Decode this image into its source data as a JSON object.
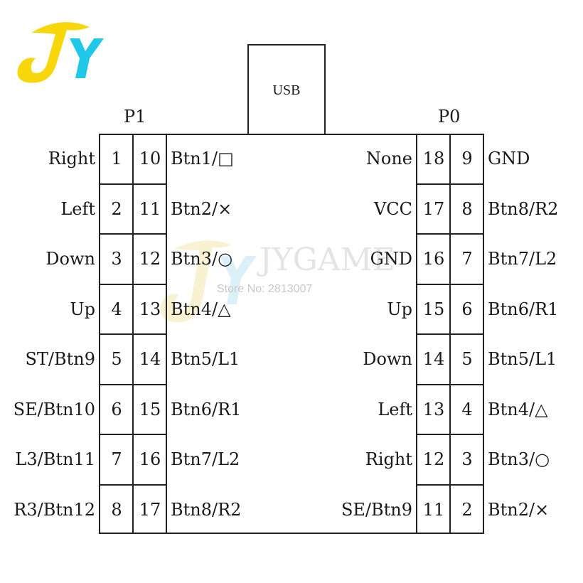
{
  "logo": {
    "text": "JY"
  },
  "watermark": {
    "brand": "JYGAME",
    "store": "Store No: 2813007"
  },
  "usb": {
    "label": "USB"
  },
  "ports": {
    "p1": {
      "title": "P1",
      "rows": [
        {
          "outer_pin": "1",
          "inner_pin": "10",
          "outer_label": "Right",
          "inner_label": "Btn1/□"
        },
        {
          "outer_pin": "2",
          "inner_pin": "11",
          "outer_label": "Left",
          "inner_label": "Btn2/×"
        },
        {
          "outer_pin": "3",
          "inner_pin": "12",
          "outer_label": "Down",
          "inner_label": "Btn3/○"
        },
        {
          "outer_pin": "4",
          "inner_pin": "13",
          "outer_label": "Up",
          "inner_label": "Btn4/△"
        },
        {
          "outer_pin": "5",
          "inner_pin": "14",
          "outer_label": "ST/Btn9",
          "inner_label": "Btn5/L1"
        },
        {
          "outer_pin": "6",
          "inner_pin": "15",
          "outer_label": "SE/Btn10",
          "inner_label": "Btn6/R1"
        },
        {
          "outer_pin": "7",
          "inner_pin": "16",
          "outer_label": "L3/Btn11",
          "inner_label": "Btn7/L2"
        },
        {
          "outer_pin": "8",
          "inner_pin": "17",
          "outer_label": "R3/Btn12",
          "inner_label": "Btn8/R2"
        }
      ]
    },
    "p0": {
      "title": "P0",
      "rows": [
        {
          "inner_pin": "18",
          "outer_pin": "9",
          "inner_label": "None",
          "outer_label": "GND"
        },
        {
          "inner_pin": "17",
          "outer_pin": "8",
          "inner_label": "VCC",
          "outer_label": "Btn8/R2"
        },
        {
          "inner_pin": "16",
          "outer_pin": "7",
          "inner_label": "GND",
          "outer_label": "Btn7/L2"
        },
        {
          "inner_pin": "15",
          "outer_pin": "6",
          "inner_label": "Up",
          "outer_label": "Btn6/R1"
        },
        {
          "inner_pin": "14",
          "outer_pin": "5",
          "inner_label": "Down",
          "outer_label": "Btn5/L1"
        },
        {
          "inner_pin": "13",
          "outer_pin": "4",
          "inner_label": "Left",
          "outer_label": "Btn4/△"
        },
        {
          "inner_pin": "12",
          "outer_pin": "3",
          "inner_label": "Right",
          "outer_label": "Btn3/○"
        },
        {
          "inner_pin": "11",
          "outer_pin": "2",
          "inner_label": "SE/Btn9",
          "outer_label": "Btn2/×"
        }
      ]
    }
  },
  "colors": {
    "logo_yellow": "#f7d60a",
    "logo_cyan": "#1fc8e8",
    "line": "#222222"
  }
}
